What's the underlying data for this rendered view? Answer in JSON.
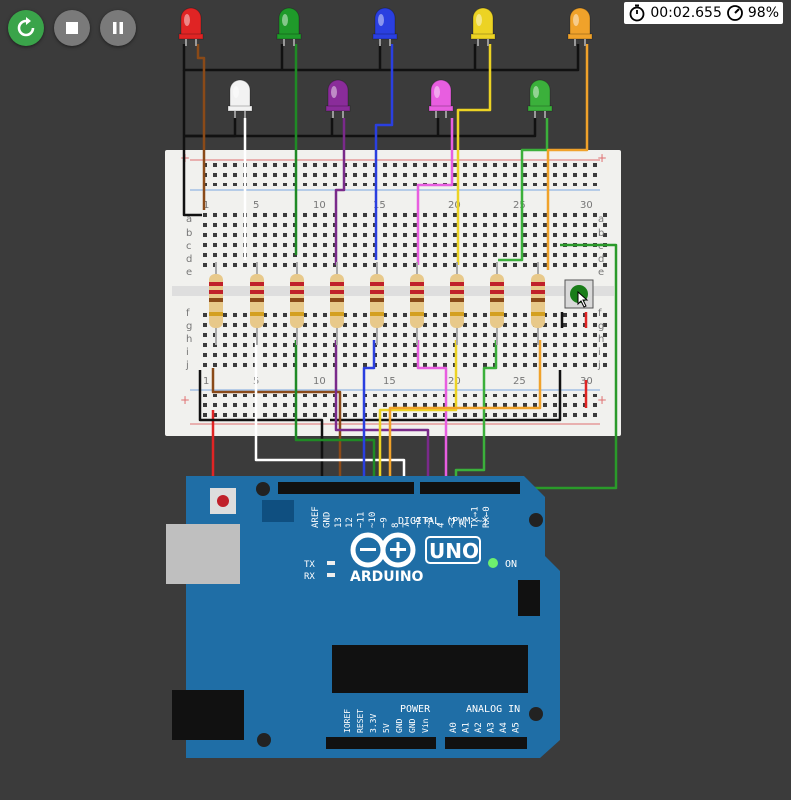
{
  "toolbar": {
    "restart_icon": "restart-icon",
    "stop_icon": "stop-icon",
    "pause_icon": "pause-icon"
  },
  "status": {
    "timer": "00:02.655",
    "speed": "98%",
    "timer_icon": "stopwatch-icon",
    "speed_icon": "speedometer-icon"
  },
  "breadboard": {
    "columns": [
      "1",
      "5",
      "10",
      "15",
      "20",
      "25",
      "30"
    ],
    "rows_top": [
      "a",
      "b",
      "c",
      "d",
      "e"
    ],
    "rows_bottom": [
      "f",
      "g",
      "h",
      "i",
      "j"
    ],
    "plus": "+",
    "minus": "-"
  },
  "leds_top": [
    {
      "color": "#e02424"
    },
    {
      "color": "#1f9a2a"
    },
    {
      "color": "#2a3fe0"
    },
    {
      "color": "#ecd324"
    },
    {
      "color": "#f0a22a"
    }
  ],
  "leds_second": [
    {
      "color": "#f2f2f2"
    },
    {
      "color": "#8a2c9a"
    },
    {
      "color": "#e85ee0"
    },
    {
      "color": "#3bb03b"
    }
  ],
  "arduino": {
    "brand": "ARDUINO",
    "model": "UNO",
    "digital_label": "DIGITAL (PWM ~)",
    "on_label": "ON",
    "tx": "TX",
    "rx": "RX",
    "power_label": "POWER",
    "analog_label": "ANALOG IN",
    "digital_pins": [
      "AREF",
      "GND",
      "13",
      "12",
      "~11",
      "~10",
      "~9",
      "8",
      "7",
      "~6",
      "~5",
      "4",
      "~3",
      "2",
      "TX→1",
      "RX←0"
    ],
    "power_pins": [
      "IOREF",
      "RESET",
      "3.3V",
      "5V",
      "GND",
      "GND",
      "Vin"
    ],
    "analog_pins": [
      "A0",
      "A1",
      "A2",
      "A3",
      "A4",
      "A5"
    ],
    "board_color": "#1f6ea6"
  },
  "pushbutton": {
    "cap_color": "#1a7d1a"
  }
}
